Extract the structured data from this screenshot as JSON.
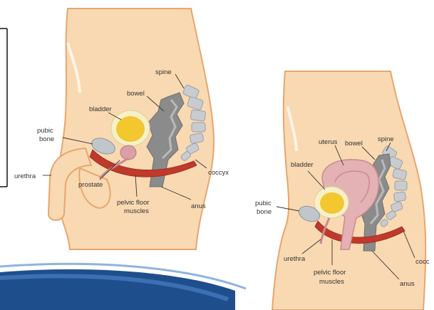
{
  "colors": {
    "skin": "#f9d9b1",
    "skin_outline": "#e7a66f",
    "bladder_outer": "#f6f0c9",
    "bladder_inner": "#f2c72f",
    "prostate": "#d9a0a8",
    "bowel": "#8b8b8b",
    "bowel_light": "#b9b9b9",
    "spine": "#c8ccd0",
    "pubic_bone": "#bfc7cc",
    "pelvic_floor": "#c0392b",
    "uterus": "#e4b1b5",
    "uterus_outline": "#c98a90",
    "banner": "#1f4e8c",
    "text": "#333333"
  },
  "male": {
    "labels": {
      "spine": "spine",
      "bowel": "bowel",
      "bladder": "bladder",
      "pubic_bone_line1": "pubic",
      "pubic_bone_line2": "bone",
      "urethra": "urethra",
      "prostate": "prostate",
      "coccyx": "coccyx",
      "anus": "anus",
      "pelvic_floor_line1": "pelvic floor",
      "pelvic_floor_line2": "muscles"
    }
  },
  "female": {
    "labels": {
      "uterus": "uterus",
      "bowel": "bowel",
      "spine": "spine",
      "bladder": "bladder",
      "pubic_bone_line1": "pubic",
      "pubic_bone_line2": "bone",
      "urethra": "urethra",
      "coccyx": "cocc",
      "anus": "anus",
      "pelvic_floor_line1": "pelvic floor",
      "pelvic_floor_line2": "muscles"
    }
  }
}
